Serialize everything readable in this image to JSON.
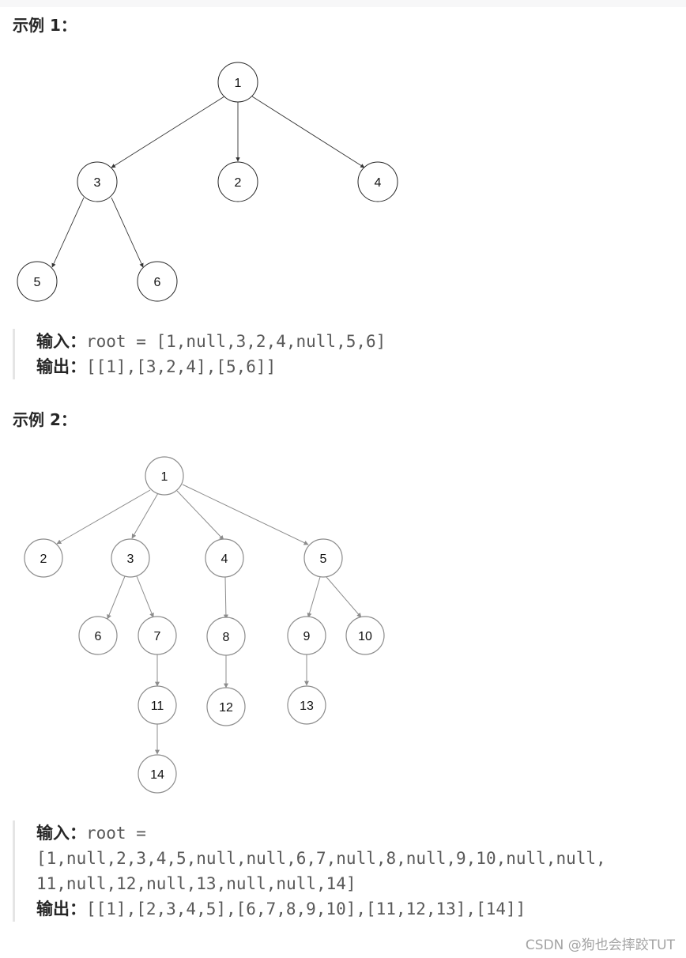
{
  "examples": [
    {
      "heading": "示例 1：",
      "nodes": [
        "1",
        "3",
        "2",
        "4",
        "5",
        "6"
      ],
      "input_label": "输入：",
      "input_value": "root = [1,null,3,2,4,null,5,6]",
      "output_label": "输出：",
      "output_value": "[[1],[3,2,4],[5,6]]"
    },
    {
      "heading": "示例 2：",
      "nodes": [
        "1",
        "2",
        "3",
        "4",
        "5",
        "6",
        "7",
        "8",
        "9",
        "10",
        "11",
        "12",
        "13",
        "14"
      ],
      "input_label": "输入：",
      "input_value_line1": "root =",
      "input_value_line2": "[1,null,2,3,4,5,null,null,6,7,null,8,null,9,10,null,null,",
      "input_value_line3": "11,null,12,null,13,null,null,14]",
      "output_label": "输出：",
      "output_value": "[[1],[2,3,4,5],[6,7,8,9,10],[11,12,13],[14]]"
    }
  ],
  "watermark": "CSDN @狗也会摔跤TUT"
}
